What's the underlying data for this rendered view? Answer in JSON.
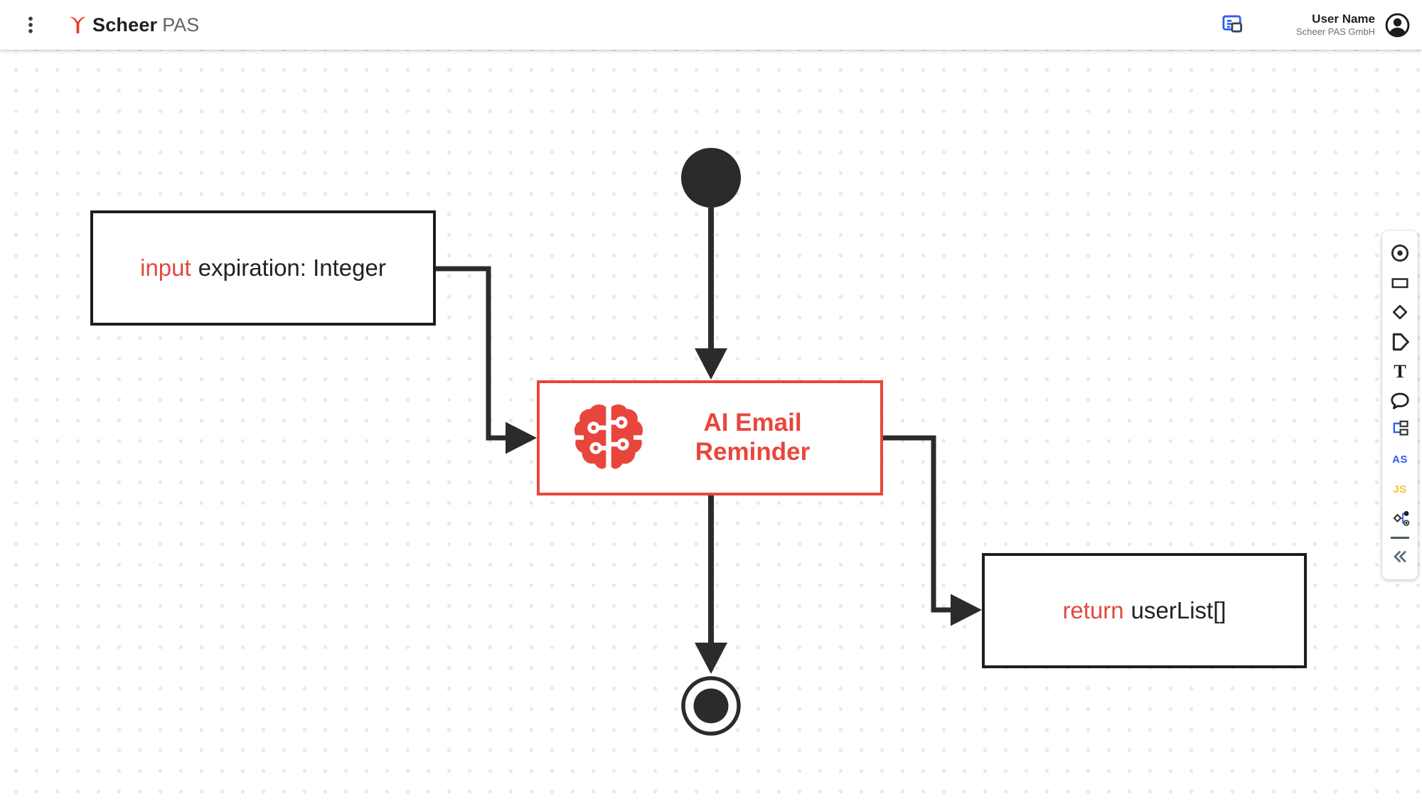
{
  "header": {
    "menu_icon": "kebab-menu-icon",
    "brand_bold": "Scheer",
    "brand_light": "PAS",
    "logs_icon": "logs-panel-icon",
    "avatar_icon": "account-circle-icon",
    "user": {
      "name": "User Name",
      "company": "Scheer PAS GmbH"
    }
  },
  "diagram": {
    "start_node": "start",
    "end_node": "end",
    "input_box": {
      "keyword": "input",
      "text": "expiration: Integer"
    },
    "ai_box": {
      "line1": "AI Email",
      "line2": "Reminder",
      "icon": "brain-circuit-icon"
    },
    "return_box": {
      "keyword": "return",
      "text": "userList[]"
    }
  },
  "toolbar": {
    "items": [
      "start-end-node-tool",
      "action-rectangle-tool",
      "decision-diamond-tool",
      "event-pentagon-tool",
      "text-tool",
      "annotation-bubble-tool",
      "subdiagram-tool",
      "action-script-tool",
      "javascript-tool",
      "mapping-tool",
      "collapse-toolbar"
    ],
    "text_tool_glyph": "T",
    "as_label": "AS",
    "js_label": "JS"
  },
  "colors": {
    "accent_red": "#e8463c",
    "keyword_red": "#e2493e",
    "node_dark": "#2b2b2b",
    "as_blue": "#2f5cf6",
    "js_yellow": "#f2c430"
  }
}
